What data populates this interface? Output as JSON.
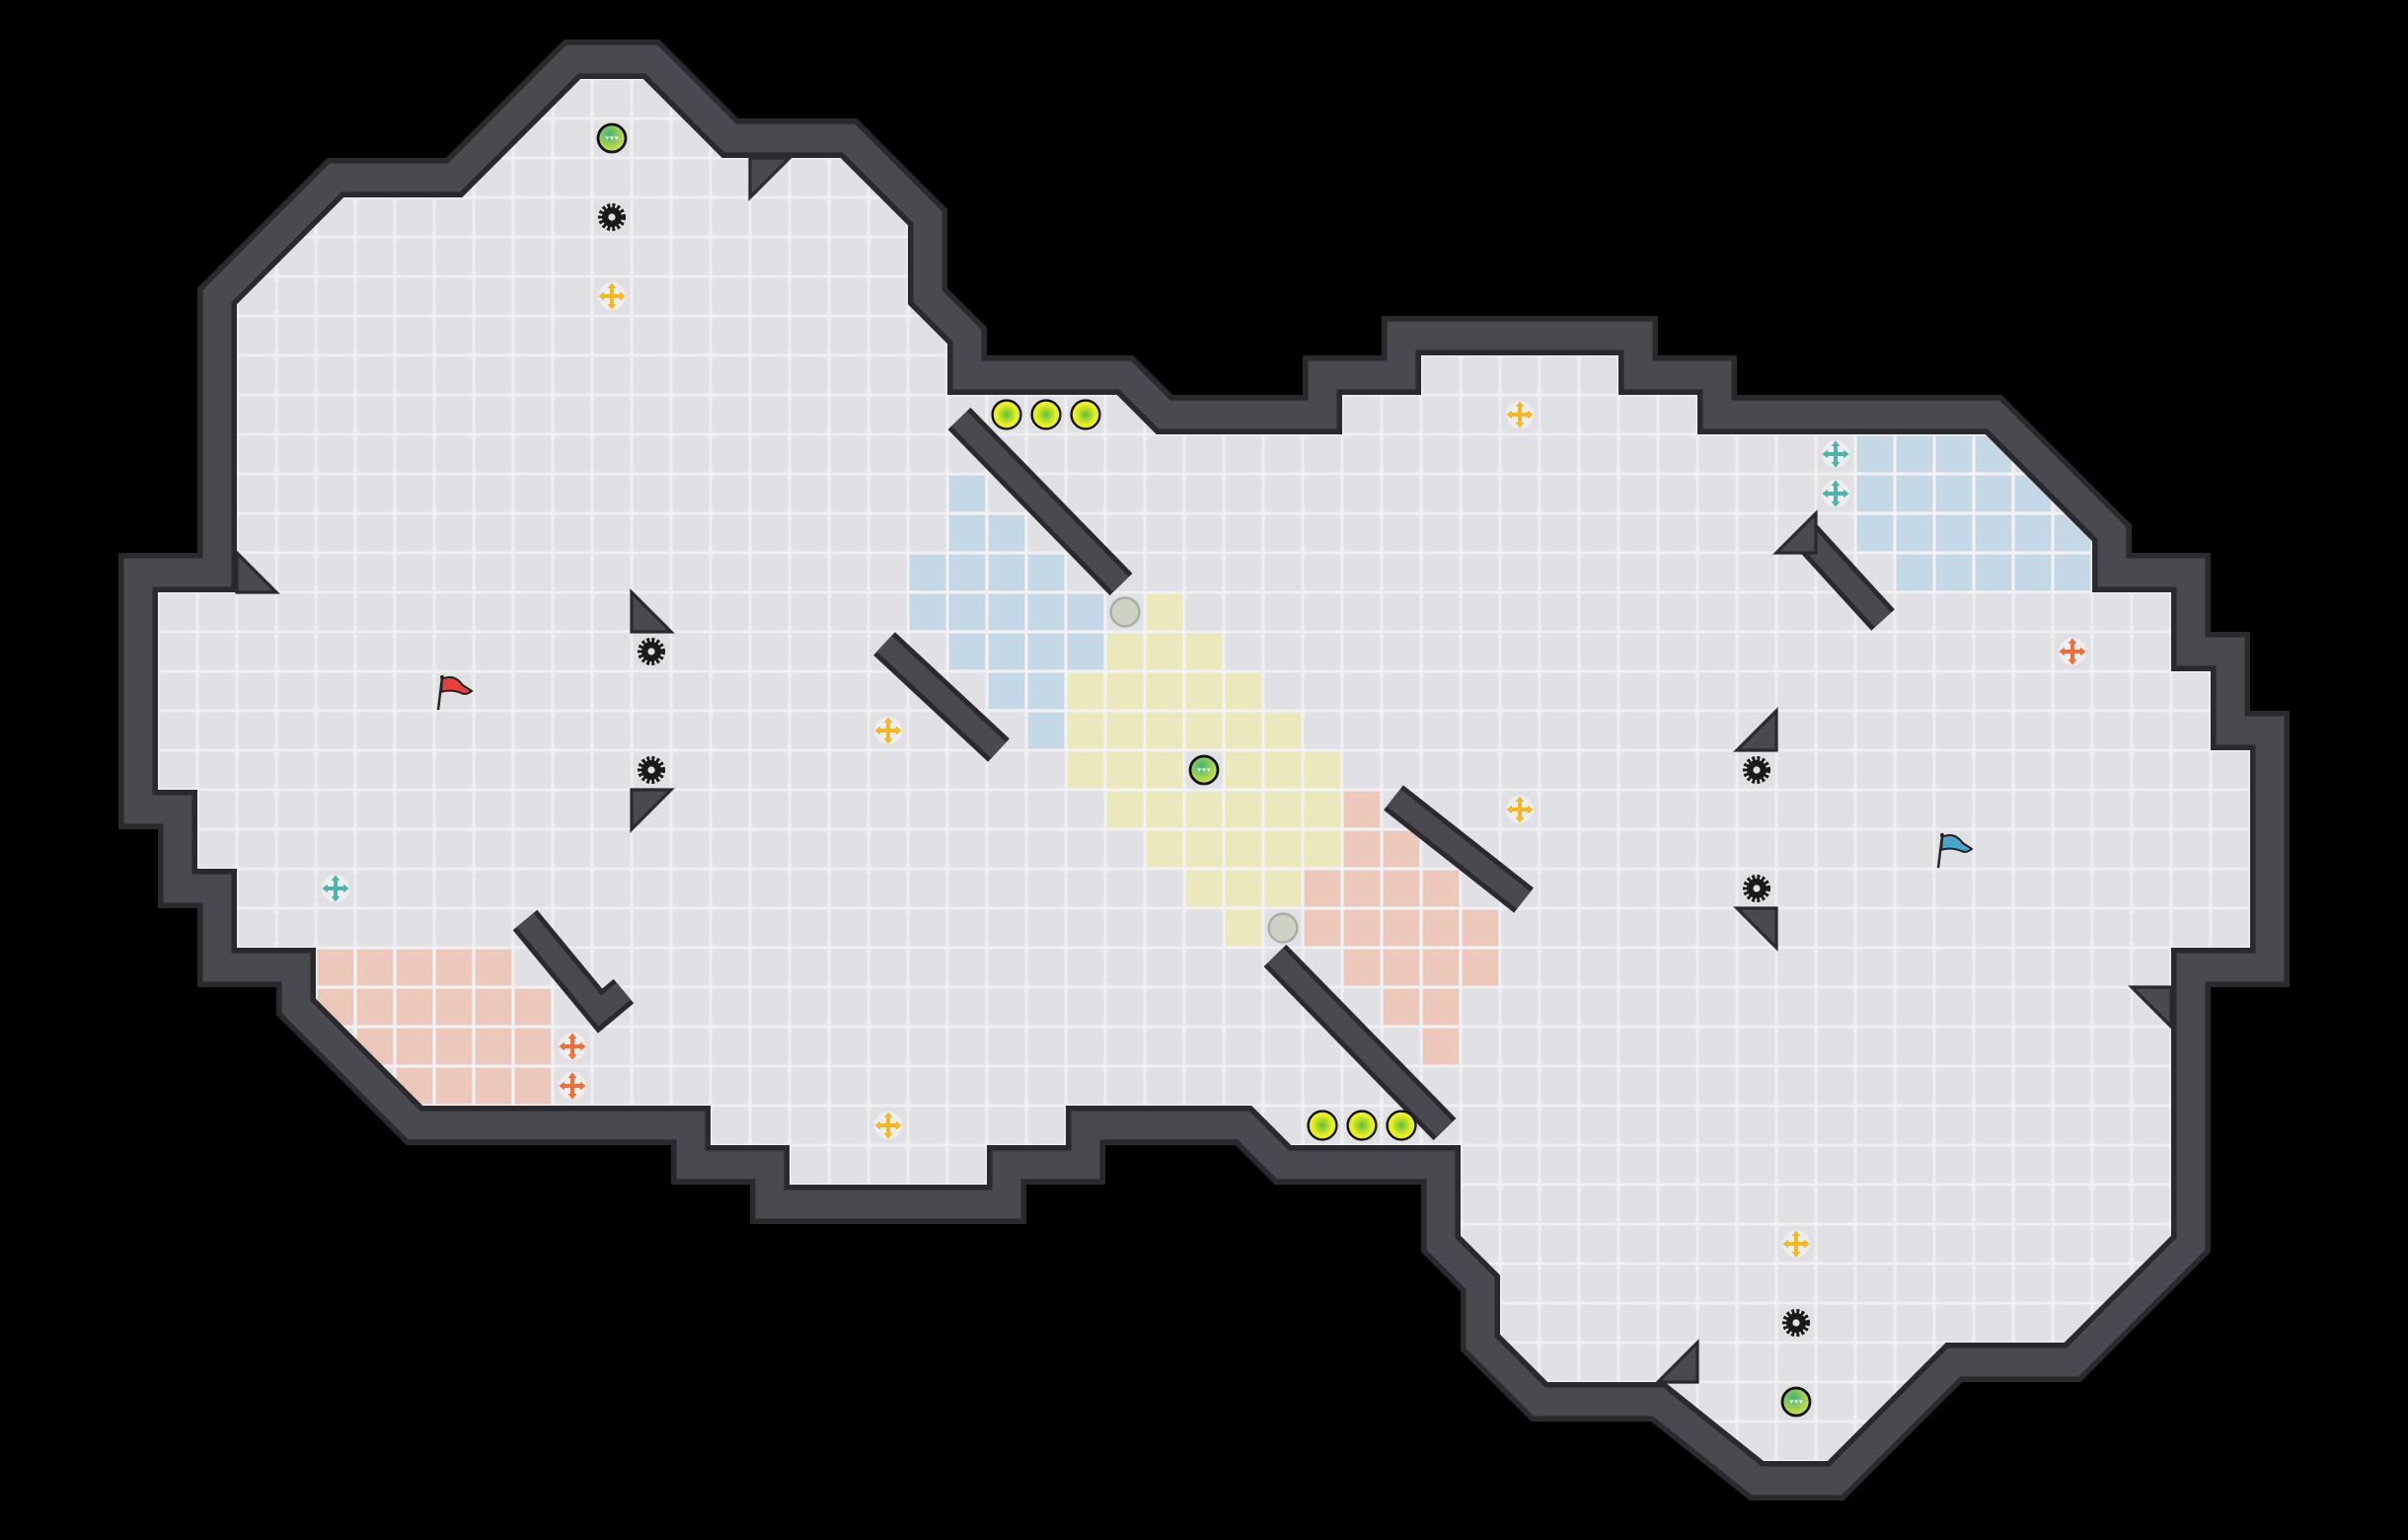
{
  "colors": {
    "background": "#000000",
    "floor": "#e1e1e5",
    "floor_line": "#eeeef1",
    "wall": "#4a4950",
    "wall_edge": "#2a292e",
    "red_zone": "#ecc8bb",
    "blue_zone": "#c4d8e6",
    "yellow_zone": "#ebe8bc",
    "red_team": "#e8413a",
    "blue_team": "#4aa3c8",
    "neutral_powerup": "#f5b820",
    "teal_marker": "#4fb3a8",
    "orange_marker": "#f0703a"
  },
  "entities": {
    "red_flag": "red-flag",
    "blue_flag": "blue-flag",
    "spike": "spike",
    "boost": "boost",
    "bomb": "bomb",
    "gate_button": "button",
    "neutral_spawn": "neutral-marker",
    "blue_spawn": "blue-marker",
    "red_spawn": "red-marker"
  }
}
